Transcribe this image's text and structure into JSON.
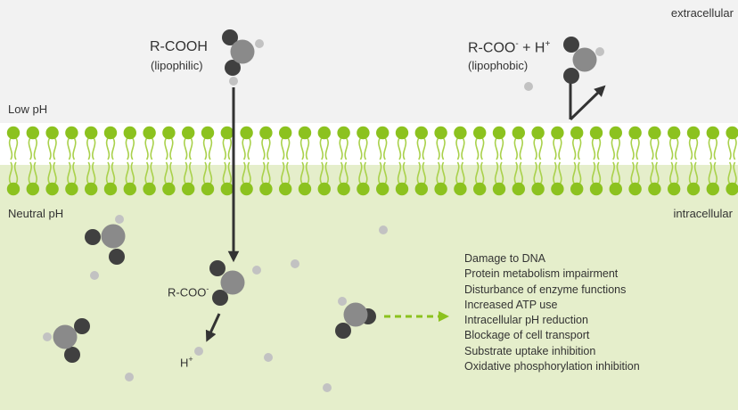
{
  "labels": {
    "extracellular": "extracellular",
    "intracellular": "intracellular",
    "low_ph": "Low pH",
    "neutral_ph": "Neutral pH",
    "acid_formula": "R-COOH",
    "acid_property": "(lipophilic)",
    "anion_formula_base": "R-COO",
    "anion_plus": " + H",
    "ion_property": "(lipophobic)",
    "anion_inside": "R-COO",
    "proton": "H",
    "superscript_minus": "-",
    "superscript_plus": "+"
  },
  "effects": [
    "Damage to DNA",
    "Protein metabolism impairment",
    "Disturbance of enzyme functions",
    "Increased ATP use",
    "Intracellular pH reduction",
    "Blockage of cell transport",
    "Substrate uptake inhibition",
    "Oxidative phosphorylation inhibition"
  ],
  "colors": {
    "extracellular_bg": "#f2f2f2",
    "intracellular_bg": "#e5eecb",
    "lipid_head": "#8cc21f",
    "lipid_tail": "#a9d14b",
    "molecule_dark": "#404040",
    "molecule_mid": "#8a8a8a",
    "molecule_light": "#c2c2c2",
    "arrow_dark": "#333333",
    "arrow_green": "#8cc21f",
    "text": "#333333"
  }
}
